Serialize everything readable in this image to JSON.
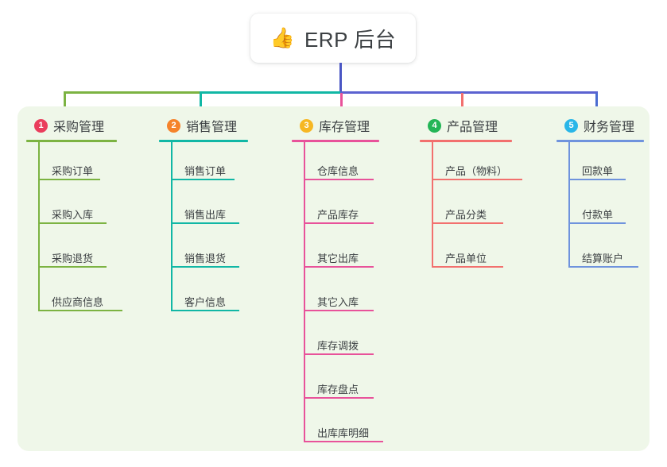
{
  "root": {
    "icon": "thumbs-up-icon",
    "emoji": "👍",
    "title": "ERP 后台"
  },
  "palette": {
    "panel_background": "#eff7e9",
    "page_background": "#ffffff",
    "trunk": "#4a56c4",
    "text": "#3c4043"
  },
  "connectors": {
    "left_segment_color": "#7cb342",
    "mid_segment_color": "#11b7a5",
    "right_segment_color": "#5b62d0"
  },
  "columns": [
    {
      "number": "1",
      "title": "采购管理",
      "badge_color": "#ea3d5c",
      "line_color": "#7cb342",
      "rule_width": 114,
      "items": [
        {
          "label": "采购订单",
          "rule_width": 78
        },
        {
          "label": "采购入库",
          "rule_width": 86
        },
        {
          "label": "采购退货",
          "rule_width": 86
        },
        {
          "label": "供应商信息",
          "rule_width": 106
        }
      ]
    },
    {
      "number": "2",
      "title": "销售管理",
      "badge_color": "#f5832b",
      "line_color": "#11b7a5",
      "rule_width": 112,
      "items": [
        {
          "label": "销售订单",
          "rule_width": 80
        },
        {
          "label": "销售出库",
          "rule_width": 86
        },
        {
          "label": "销售退货",
          "rule_width": 86
        },
        {
          "label": "客户信息",
          "rule_width": 86
        }
      ]
    },
    {
      "number": "3",
      "title": "库存管理",
      "badge_color": "#f6b723",
      "line_color": "#e8529a",
      "rule_width": 110,
      "items": [
        {
          "label": "仓库信息",
          "rule_width": 88
        },
        {
          "label": "产品库存",
          "rule_width": 88
        },
        {
          "label": "其它出库",
          "rule_width": 88
        },
        {
          "label": "其它入库",
          "rule_width": 88
        },
        {
          "label": "库存调拨",
          "rule_width": 88
        },
        {
          "label": "库存盘点",
          "rule_width": 88
        },
        {
          "label": "出库库明细",
          "rule_width": 100
        }
      ]
    },
    {
      "number": "4",
      "title": "产品管理",
      "badge_color": "#23b556",
      "line_color": "#f2706e",
      "rule_width": 116,
      "items": [
        {
          "label": "产品（物料）",
          "rule_width": 114
        },
        {
          "label": "产品分类",
          "rule_width": 90
        },
        {
          "label": "产品单位",
          "rule_width": 90
        }
      ]
    },
    {
      "number": "5",
      "title": "财务管理",
      "badge_color": "#29b6e8",
      "line_color": "#6f93dd",
      "rule_width": 110,
      "items": [
        {
          "label": "回款单",
          "rule_width": 72
        },
        {
          "label": "付款单",
          "rule_width": 72
        },
        {
          "label": "结算账户",
          "rule_width": 88
        }
      ]
    }
  ]
}
